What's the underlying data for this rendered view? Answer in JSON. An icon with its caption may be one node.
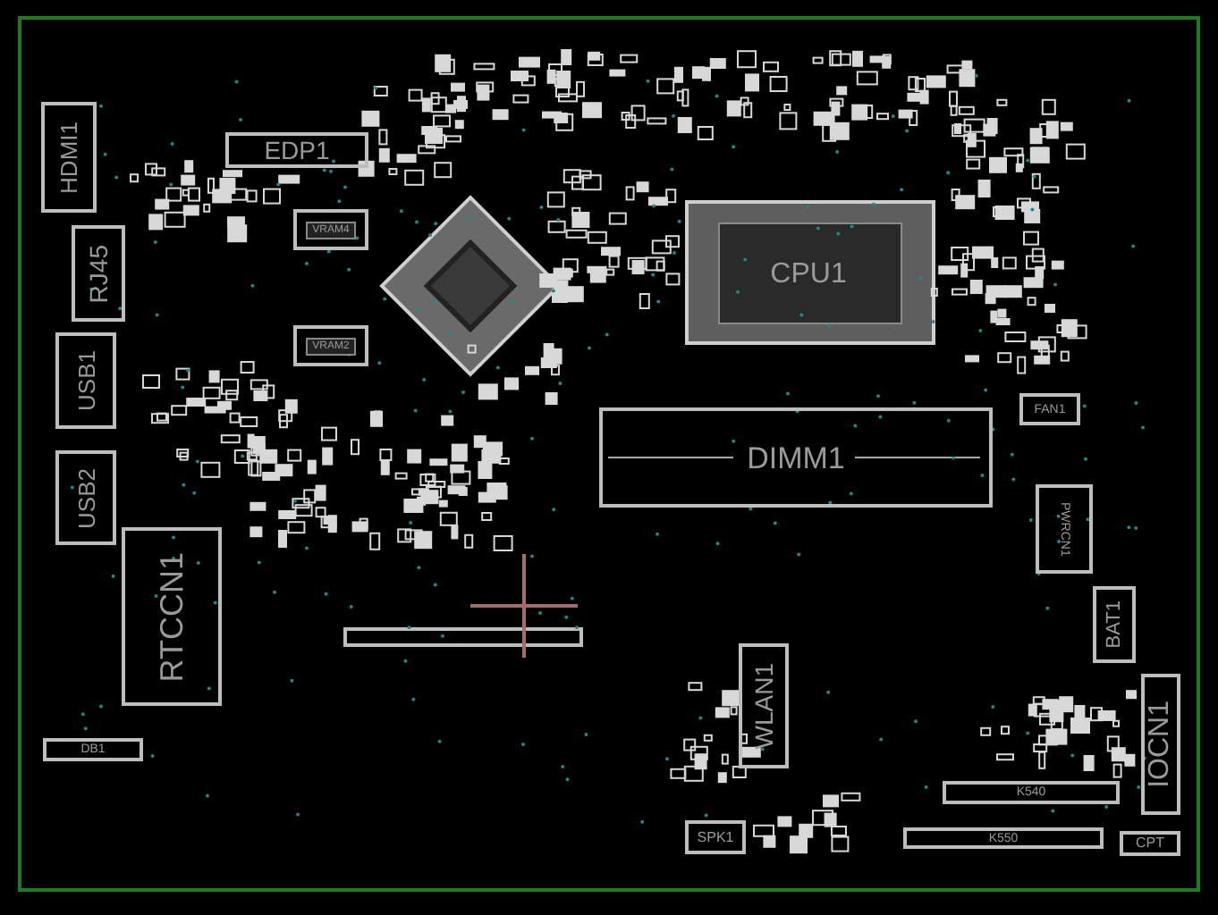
{
  "diagram": {
    "nodes": [
      {
        "text": [
          "HDMI1"
        ]
      },
      {
        "text": [
          "EDP1"
        ]
      },
      {
        "text": [
          "VRAM4"
        ]
      },
      {
        "text": [
          "CPU1"
        ]
      },
      {
        "text": [
          "RJ45"
        ]
      },
      {
        "text": [
          "VRAM2"
        ]
      },
      {
        "text": [
          "USB1"
        ]
      },
      {
        "text": [
          "FAN1"
        ]
      },
      {
        "text": [
          "DIMM1"
        ]
      },
      {
        "text": [
          "USB2"
        ]
      },
      {
        "text": [
          "PWRCN1"
        ]
      },
      {
        "text": [
          "RTCCN1"
        ]
      },
      {
        "text": [
          "BAT1"
        ]
      },
      {
        "text": [
          "WLAN1"
        ]
      },
      {
        "text": [
          "IOCN1"
        ]
      },
      {
        "text": [
          "DB1"
        ]
      },
      {
        "text": [
          "K540"
        ]
      },
      {
        "text": [
          "SPK1"
        ]
      },
      {
        "text": [
          "K550"
        ]
      },
      {
        "text": [
          "CPT"
        ]
      }
    ],
    "edges": []
  }
}
